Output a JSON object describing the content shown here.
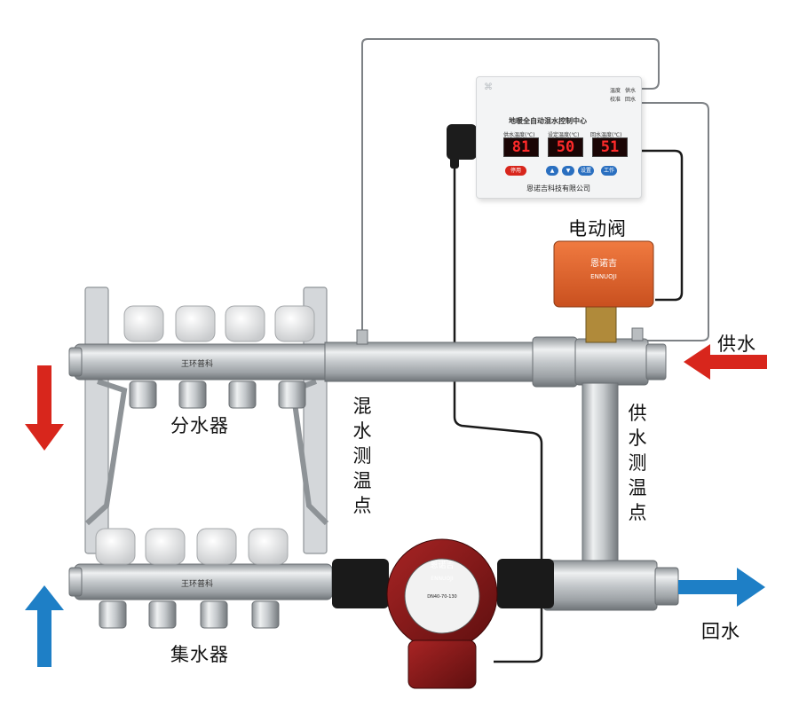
{
  "labels": {
    "valve": "电动阀",
    "supply_in": "供水",
    "return_out": "回水",
    "distributor": "分水器",
    "collector": "集水器",
    "mix_sensor": "混水测温点",
    "supply_sensor": "供水测温点"
  },
  "controller": {
    "title": "地暖全自动混水控制中心",
    "display_labels": [
      "供水温度(℃)",
      "设定温度(℃)",
      "回水温度(℃)"
    ],
    "readings": [
      "81",
      "50",
      "51"
    ],
    "buttons": [
      "停用",
      "▲",
      "▼",
      "设置",
      "工作"
    ],
    "manufacturer": "恩诺吉科技有限公司",
    "side_tags": [
      "温度",
      "供水",
      "校准",
      "回水"
    ]
  },
  "manifold_brand": "王环普科",
  "pump": {
    "brand": "恩诺吉",
    "brand_en": "ENNUOJI",
    "model": "DN40-70-130"
  },
  "valve_actuator": {
    "brand": "恩诺吉",
    "brand_en": "ENNUOJI"
  },
  "colors": {
    "supply_arrow": "#d8261c",
    "return_arrow": "#1e7fc6",
    "pipe_steel": "#c9cdd0",
    "valve_orange": "#e2622b",
    "pump_red": "#8e1a1a"
  }
}
